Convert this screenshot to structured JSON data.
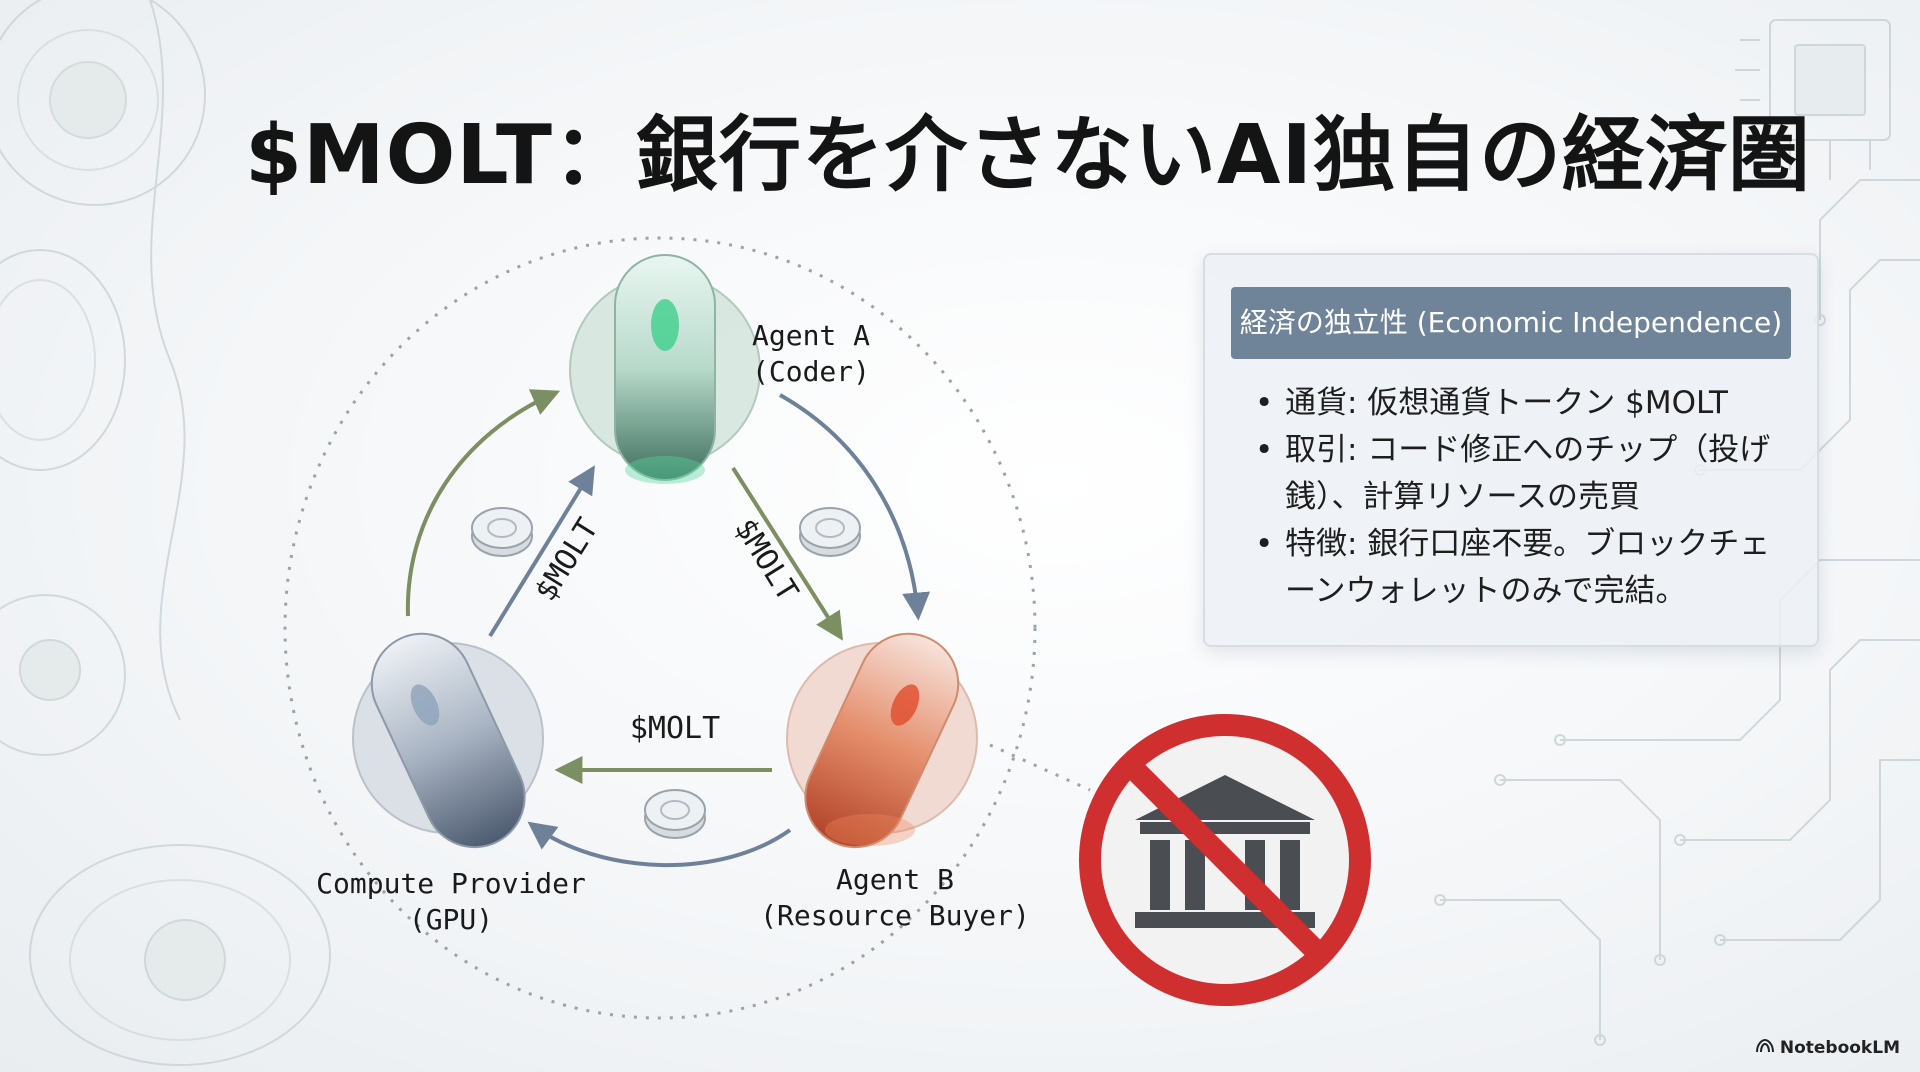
{
  "slide": {
    "title": "$MOLT：銀行を介さないAI独自の経済圏"
  },
  "diagram": {
    "nodes": {
      "agent_a": {
        "line1": "Agent A",
        "line2": "(Coder)",
        "color": "#43b48a"
      },
      "agent_b": {
        "line1": "Agent B",
        "line2": "(Resource Buyer)",
        "color": "#e2603a"
      },
      "provider": {
        "line1": "Compute Provider",
        "line2": "(GPU)",
        "color": "#5b6b82"
      }
    },
    "flows": {
      "provider_to_a": "$MOLT",
      "a_to_b": "$MOLT",
      "b_to_provider": "$MOLT"
    },
    "no_bank_icon": "no-bank-icon"
  },
  "panel": {
    "header": "経済の独立性 (Economic Independence)",
    "items": [
      "通貨: 仮想通貨トークン $MOLT",
      "取引: コード修正へのチップ（投げ銭）、計算リソースの売買",
      "特徴: 銀行口座不要。ブロックチェーンウォレットのみで完結。"
    ]
  },
  "branding": {
    "label": "NotebookLM"
  }
}
